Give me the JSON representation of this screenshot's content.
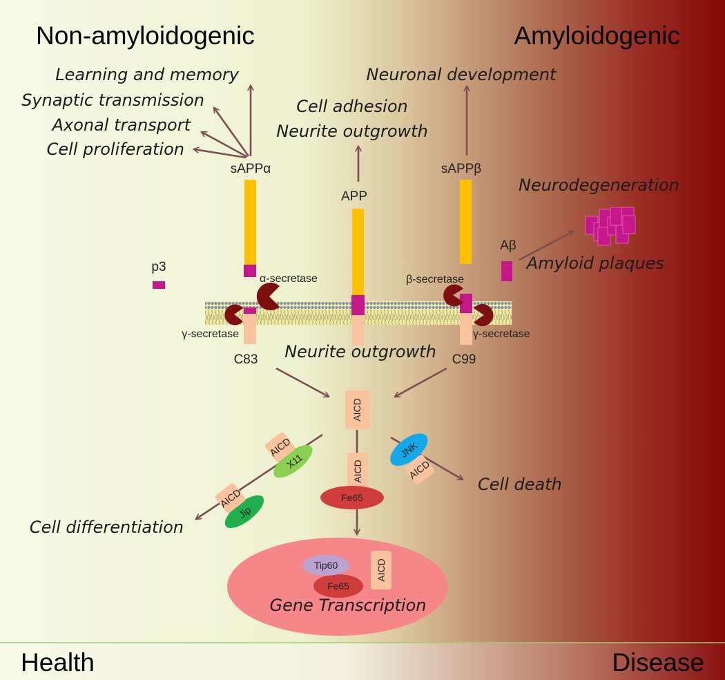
{
  "headers": {
    "left": "Non-amyloidogenic",
    "right": "Amyloidogenic"
  },
  "footer": {
    "left": "Health",
    "right": "Disease"
  },
  "outcomes": {
    "learning_memory": "Learning and memory",
    "synaptic_transmission": "Synaptic transmission",
    "axonal_transport": "Axonal transport",
    "cell_proliferation": "Cell proliferation",
    "cell_adhesion": "Cell adhesion",
    "neurite_outgrowth_top": "Neurite outgrowth",
    "neuronal_development": "Neuronal development",
    "neurodegeneration": "Neurodegeneration",
    "amyloid_plaques": "Amyloid plaques",
    "neurite_outgrowth_mid": "Neurite outgrowth",
    "cell_death": "Cell death",
    "cell_differentiation": "Cell differentiation",
    "gene_transcription": "Gene Transcription"
  },
  "molecules": {
    "sappa": "sAPPα",
    "app": "APP",
    "sappb": "sAPPβ",
    "abeta": "Aβ",
    "p3": "p3",
    "alpha_secretase": "α-secretase",
    "beta_secretase": "β-secretase",
    "gamma_secretase_left": "γ-secretase",
    "gamma_secretase_right": "γ-secretase",
    "c83": "C83",
    "c99": "C99",
    "aicd": "AICD",
    "x11": "X11",
    "jip": "Jip",
    "jnk": "JNK",
    "fe65": "Fe65",
    "tip60": "Tip60"
  },
  "colors": {
    "health_bg": "#f4f7dc",
    "disease_bg": "#8b0c0c",
    "arrow": "#7a4e4e",
    "fragment": "#ffc000",
    "abeta": "#c5168a",
    "ctf": "#f8c39e",
    "secretase": "#7d0f10",
    "membrane": "#efe9a2",
    "nucleus": "#f5868a",
    "fe65": "#d13c3c",
    "tip60": "#b9a3d3",
    "x11": "#8bd151",
    "jip": "#1faf4c",
    "jnk": "#15a8e8"
  }
}
